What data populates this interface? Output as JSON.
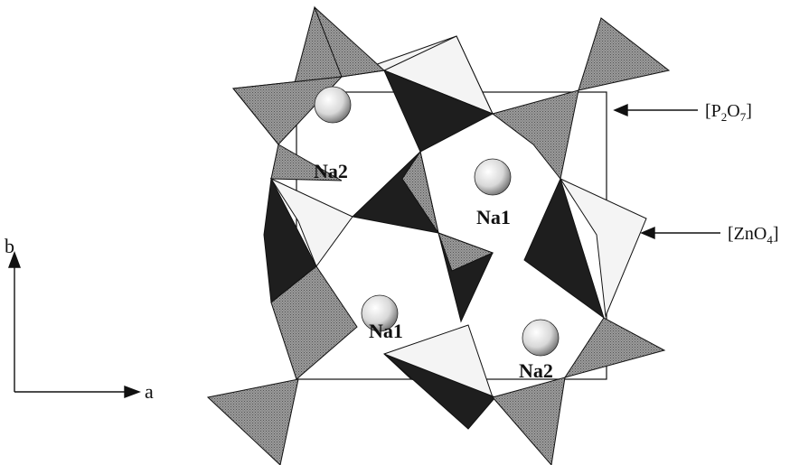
{
  "labels": {
    "atoms": [
      "Na2",
      "Na1",
      "Na1",
      "Na2"
    ],
    "axes": {
      "a": "a",
      "b": "b"
    },
    "polyhedra": {
      "p2o7": {
        "pre": "[P",
        "s1": "2",
        "mid": "O",
        "s2": "7",
        "post": "]"
      },
      "zno4": {
        "pre": "[ZnO",
        "s1": "4",
        "post": "]"
      }
    }
  },
  "colors": {
    "p2o7_fill": "#8c8c8c",
    "zno4_dark": "#1e1e1e",
    "zno4_light": "#f2f2f2",
    "atom_highlight": "#ffffff",
    "atom_shadow": "#5a5a5a",
    "line": "#111111"
  }
}
